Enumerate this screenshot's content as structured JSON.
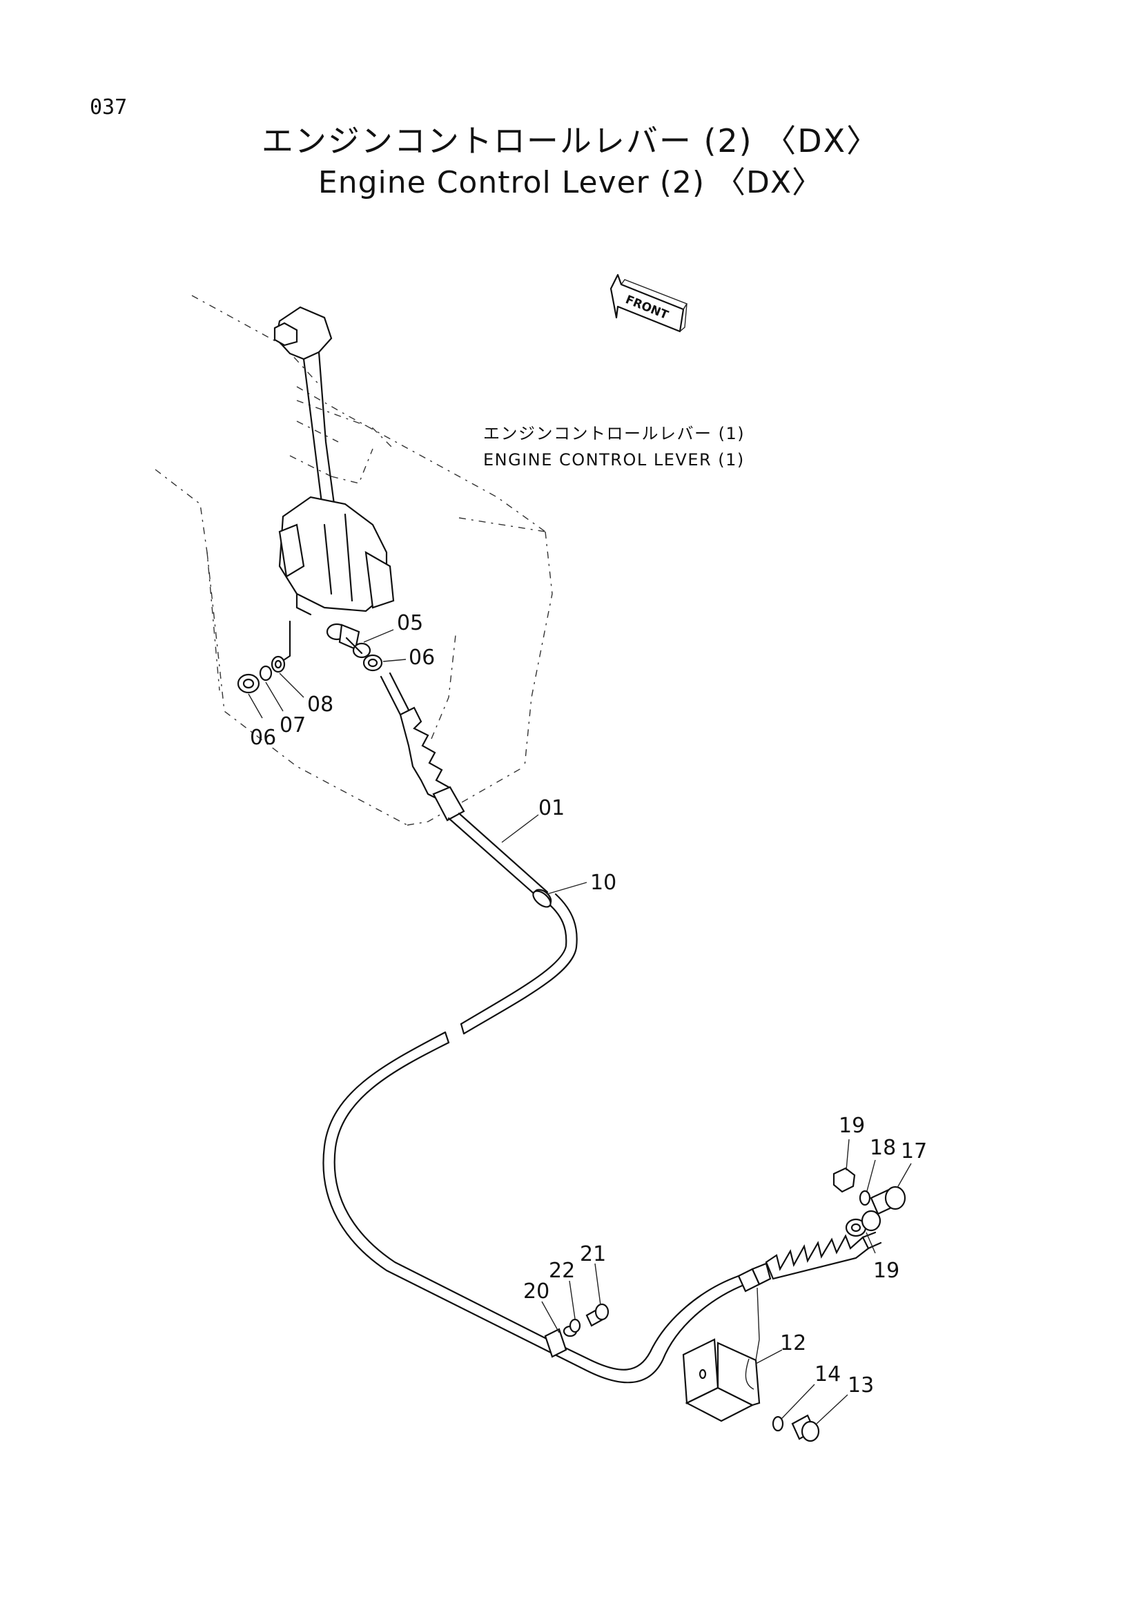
{
  "page_number": "037",
  "title_jp": "エンジンコントロールレバー (2) 〈DX〉",
  "title_en": "Engine Control Lever (2) 〈DX〉",
  "front_label": "FRONT",
  "reference_note": {
    "jp": "エンジンコントロールレバー (1)",
    "en": "ENGINE CONTROL LEVER (1)"
  },
  "callouts": {
    "c01": "01",
    "c05": "05",
    "c06a": "06",
    "c06b": "06",
    "c07": "07",
    "c08": "08",
    "c10": "10",
    "c12": "12",
    "c13": "13",
    "c14": "14",
    "c17": "17",
    "c18": "18",
    "c19a": "19",
    "c19b": "19",
    "c20": "20",
    "c21": "21",
    "c22": "22"
  }
}
